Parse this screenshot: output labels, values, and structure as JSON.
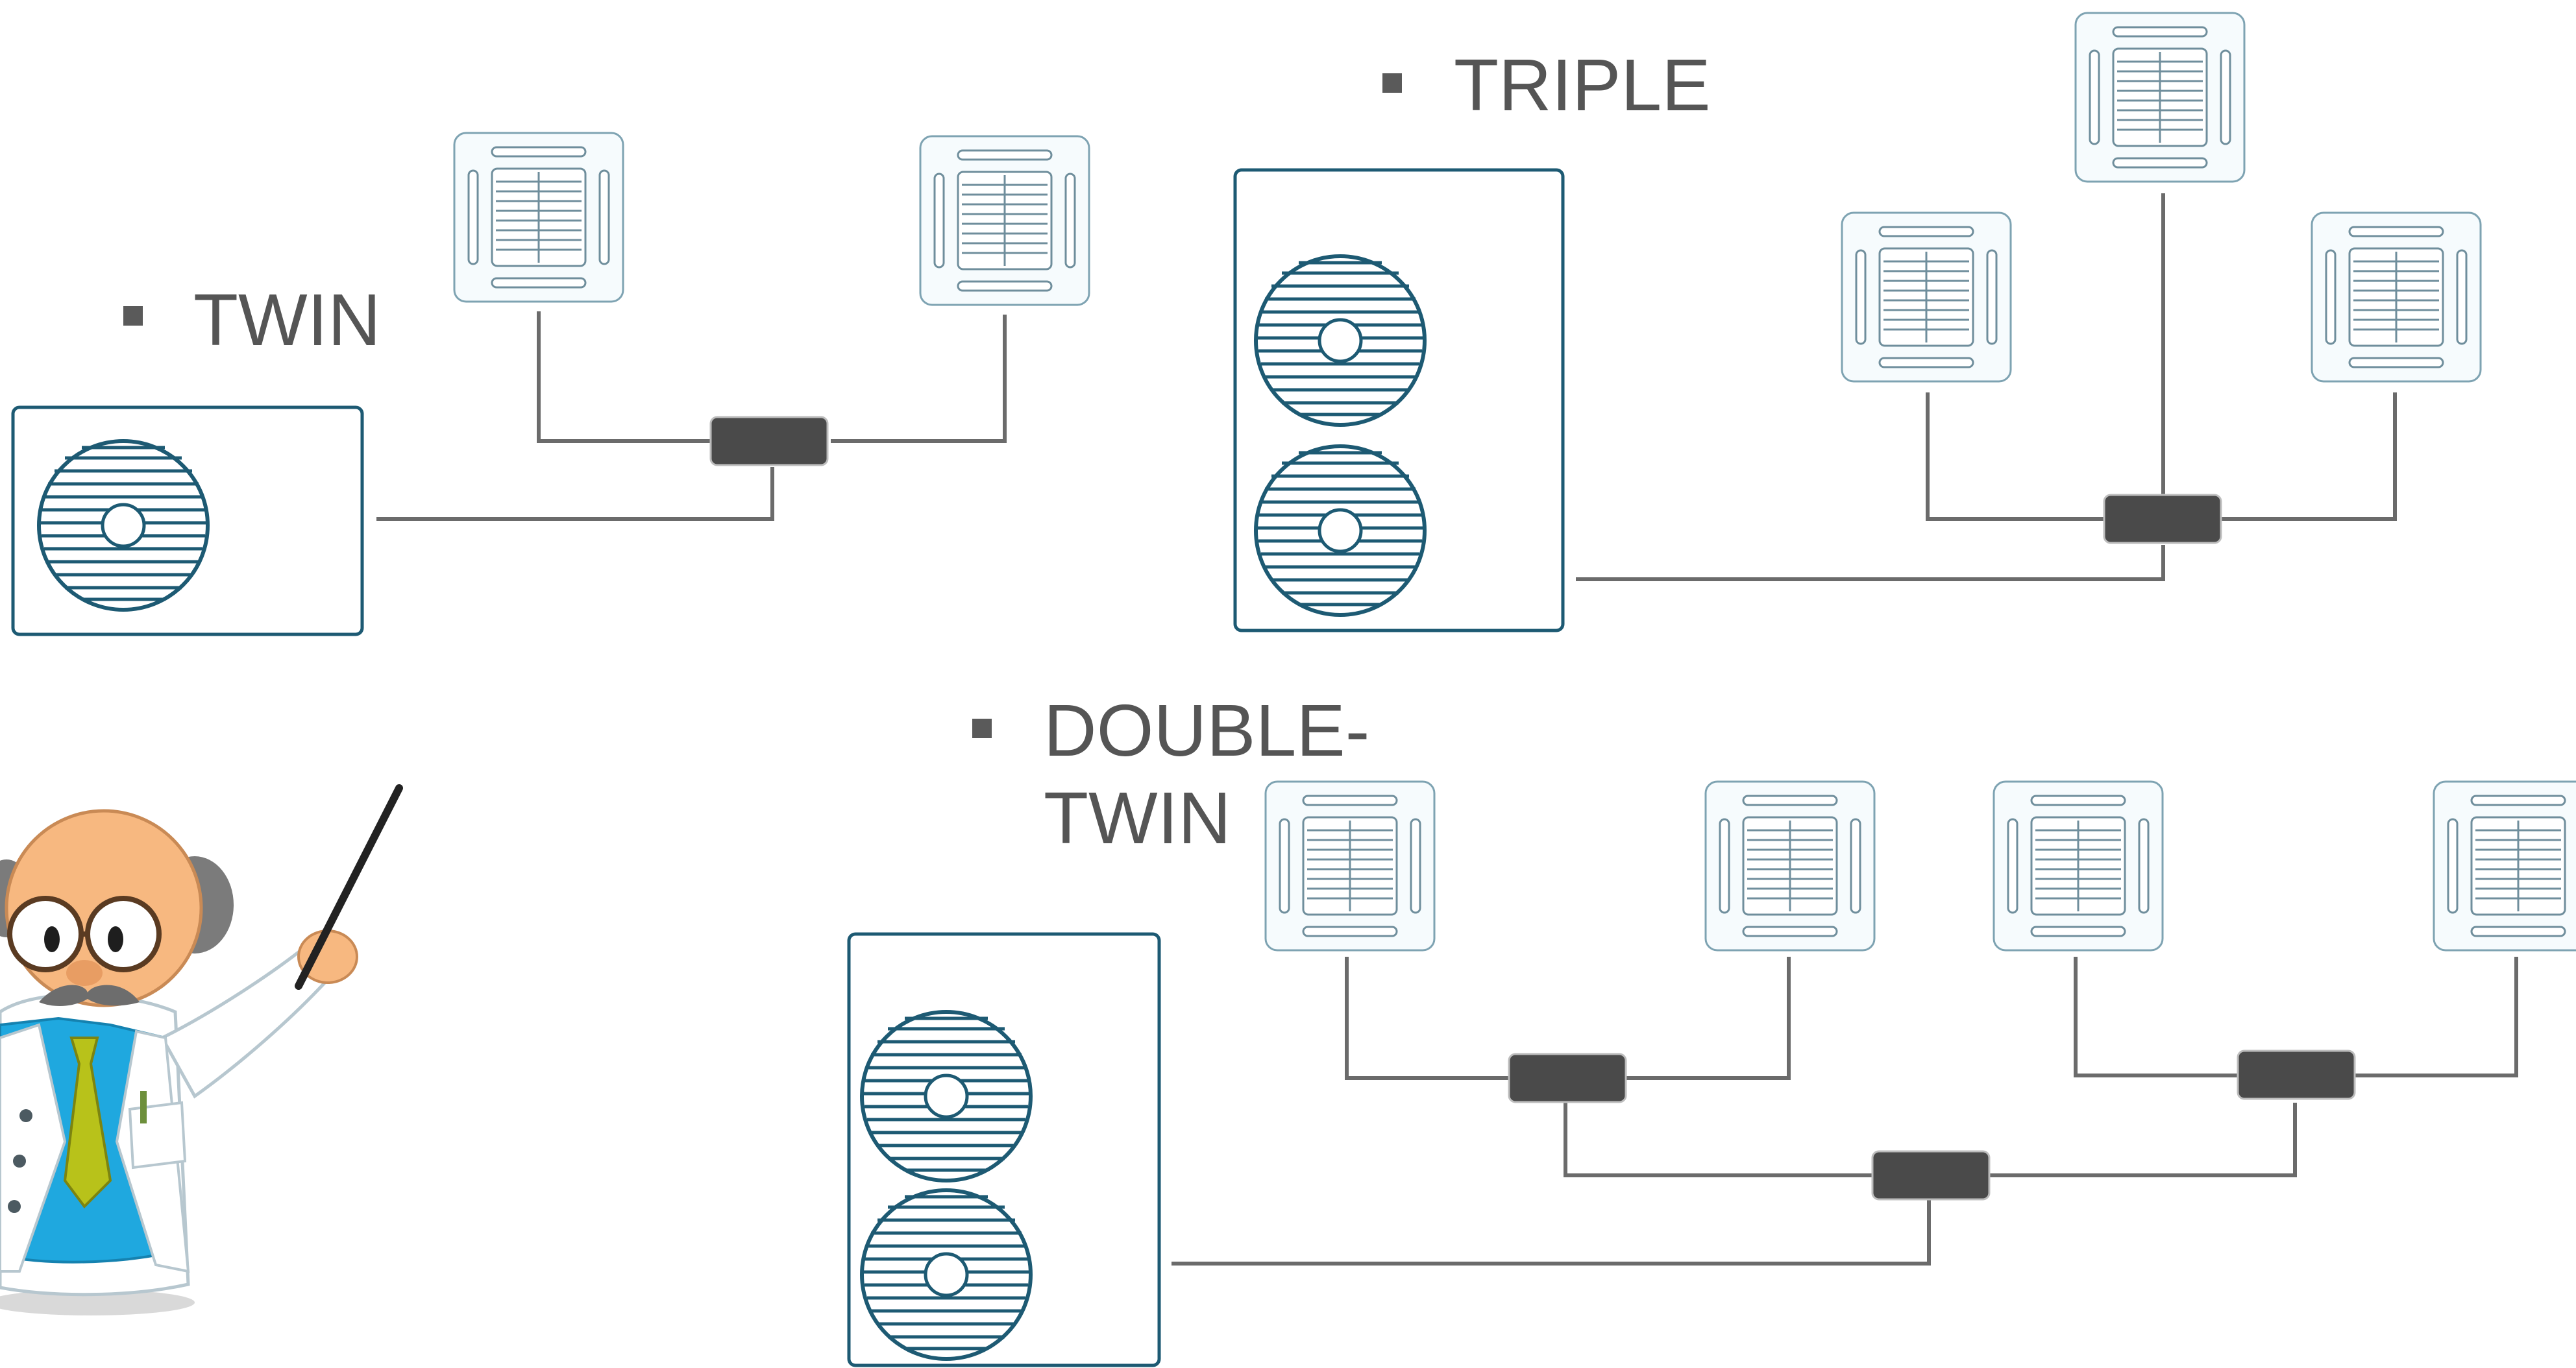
{
  "labels": {
    "twin": "TWIN",
    "triple": "TRIPLE",
    "double_twin_line1": "DOUBLE-",
    "double_twin_line2": "TWIN"
  },
  "icons": {
    "bullet": "square-bullet-icon",
    "outdoor_unit": "outdoor-condenser-unit-icon",
    "indoor_unit": "ceiling-cassette-unit-icon",
    "branch_joint": "refrigerant-branch-joint-icon",
    "presenter": "professor-with-pointer-icon"
  },
  "colors": {
    "text": "#555555",
    "unit_outline": "#1d5a73",
    "pipe": "#6b6b6b",
    "joint": "#4a4a4a",
    "cassette_outline": "#7ea3b2"
  }
}
